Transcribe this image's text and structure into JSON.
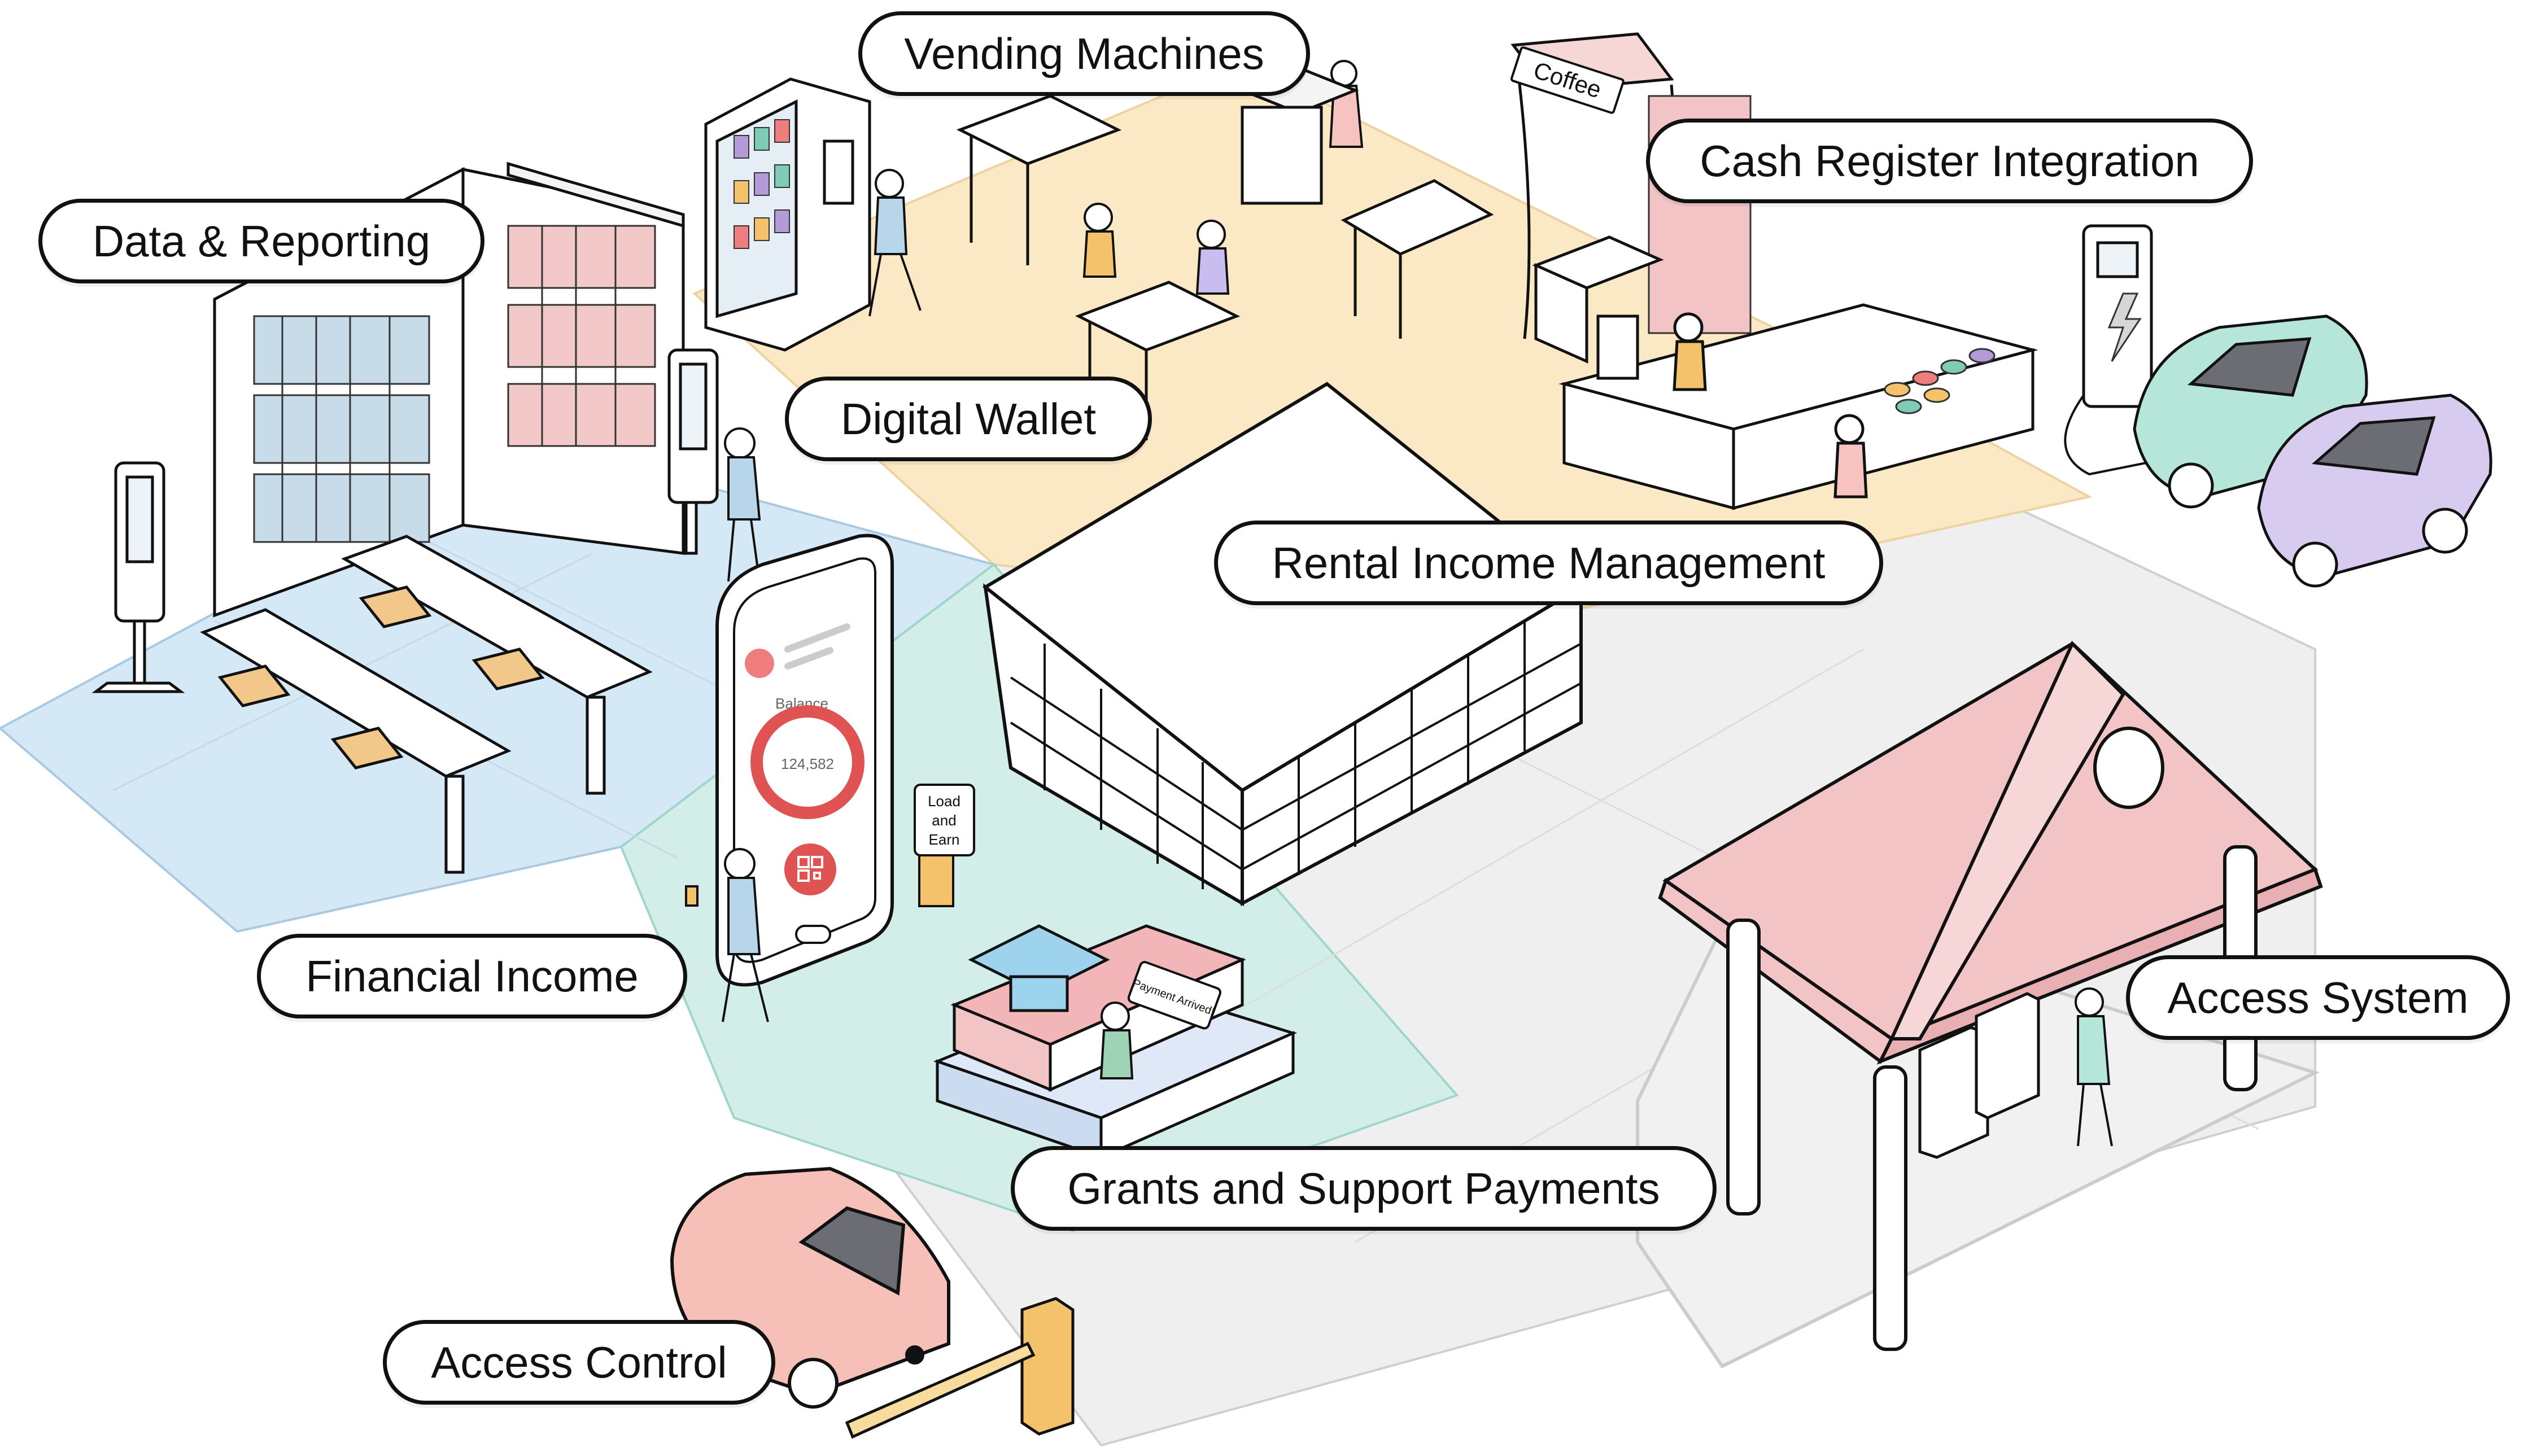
{
  "labels": {
    "vending_machines": "Vending Machines",
    "cash_register_integration": "Cash Register Integration",
    "data_reporting": "Data & Reporting",
    "digital_wallet": "Digital Wallet",
    "rental_income_management": "Rental Income Management",
    "financial_income": "Financial Income",
    "access_system": "Access System",
    "grants_support_payments": "Grants and Support Payments",
    "access_control": "Access Control"
  },
  "signs": {
    "coffee": "Coffee",
    "load_and_earn_line1": "Load",
    "load_and_earn_line2": "and",
    "load_and_earn_line3": "Earn",
    "payment_arrived": "Payment Arrived!"
  },
  "phone_app": {
    "balance_label": "Balance",
    "balance_value": "124,582"
  },
  "colors": {
    "library_zone": "#d5e8f6",
    "cafeteria_zone": "#fbe8c4",
    "grants_zone": "#cfece6",
    "gray_zone": "#eeeeee",
    "pavilion_roof": "#f2c4c6",
    "car_pink": "#f6bfb8",
    "car_teal": "#b6e6da",
    "car_purple": "#d7cbef",
    "outline": "#111111",
    "balance_ring": "#e05353"
  },
  "icons": [
    "ev-charger-icon",
    "qr-code-icon",
    "graduation-cap-icon",
    "book-icon"
  ]
}
